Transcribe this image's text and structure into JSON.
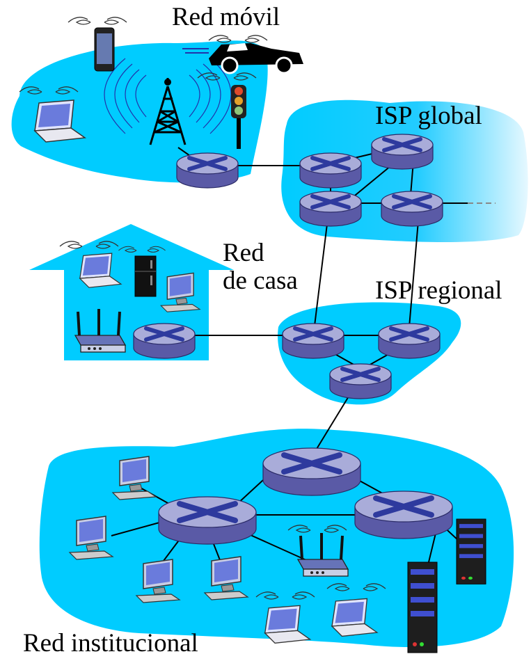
{
  "labels": {
    "mobile_network": "Red móvil",
    "global_isp": "ISP global",
    "home_network_line1": "Red",
    "home_network_line2": "de casa",
    "regional_isp": "ISP regional",
    "institutional_network": "Red institucional"
  },
  "colors": {
    "network_fill": "#00ccff",
    "router_top": "#a9acd9",
    "router_side": "#5a5aa6",
    "router_arrow": "#2e3a9e",
    "link": "#000000"
  }
}
